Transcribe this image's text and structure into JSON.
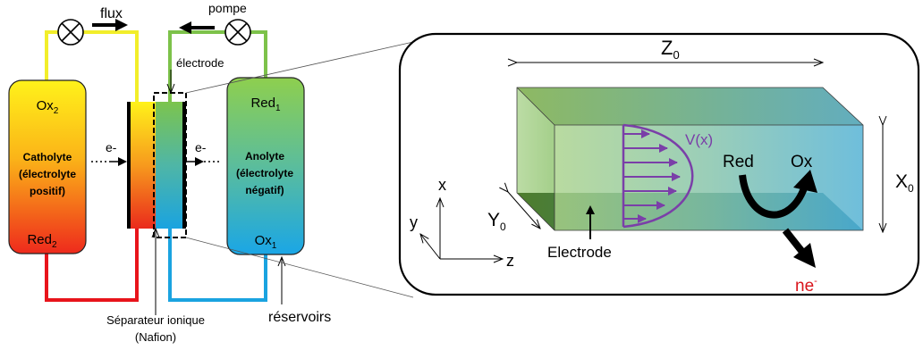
{
  "left": {
    "flux": "flux",
    "pompe": "pompe",
    "electrode": "électrode",
    "catholyte": {
      "ox": "Ox",
      "ox_sub": "2",
      "line1": "Catholyte",
      "line2": "(électrolyte",
      "line3": "positif)",
      "red": "Red",
      "red_sub": "2"
    },
    "anolyte": {
      "red": "Red",
      "red_sub": "1",
      "line1": "Anolyte",
      "line2": "(électrolyte",
      "line3": "négatif)",
      "ox": "Ox",
      "ox_sub": "1"
    },
    "electron_left": "e-",
    "electron_right": "e-",
    "separator_line1": "Séparateur ionique",
    "separator_line2": "(Nafion)",
    "reservoirs": "réservoirs"
  },
  "zoom": {
    "z0": "Z",
    "z0_sub": "0",
    "x0": "X",
    "x0_sub": "0",
    "y0": "Y",
    "y0_sub": "0",
    "axis_x": "x",
    "axis_y": "y",
    "axis_z": "z",
    "velocity": "V(x)",
    "red": "Red",
    "ox": "Ox",
    "electrode": "Electrode",
    "ne": "ne",
    "ne_sup": "-"
  },
  "colors": {
    "pipe_yellow": "#f2ee2a",
    "pipe_green": "#7dc24a",
    "pipe_red": "#e8141b",
    "pipe_blue": "#1aa3e0",
    "profile_purple": "#7a3fa8",
    "ne_red": "#d9141b"
  }
}
